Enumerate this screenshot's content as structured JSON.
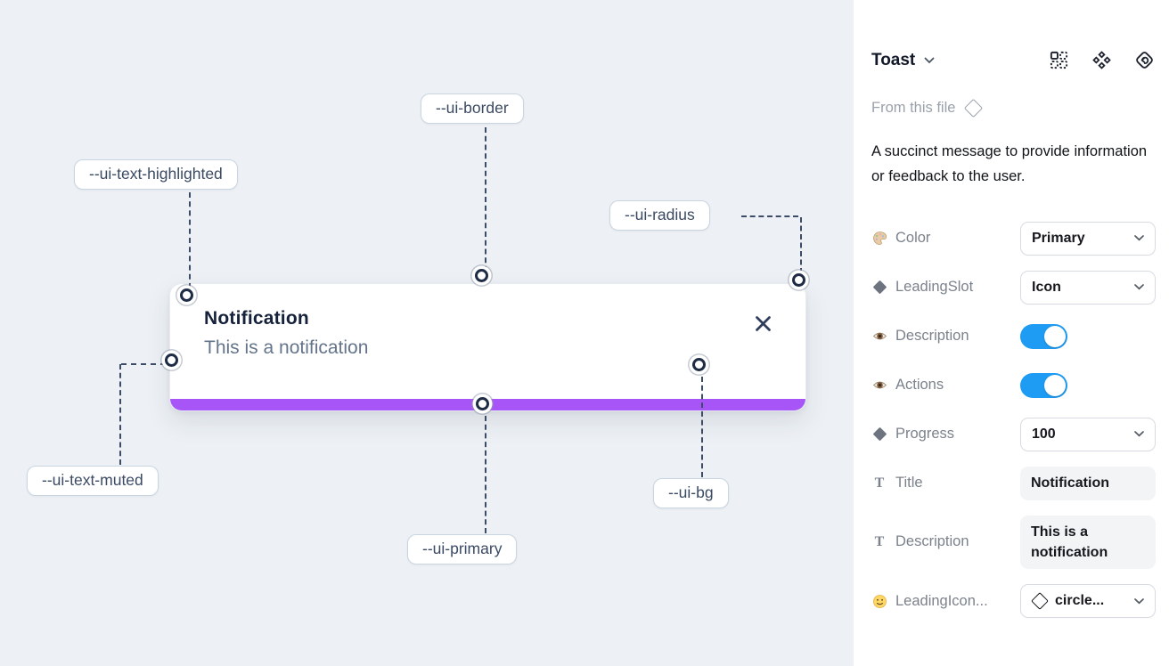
{
  "canvas": {
    "toast": {
      "title": "Notification",
      "description": "This is a notification"
    },
    "labels": {
      "border": "--ui-border",
      "text_highlighted": "--ui-text-highlighted",
      "radius": "--ui-radius",
      "text_muted": "--ui-text-muted",
      "primary": "--ui-primary",
      "bg": "--ui-bg"
    },
    "colors": {
      "primary_bar": "#a855f7",
      "canvas_bg": "#edf1f5"
    }
  },
  "panel": {
    "title": "Toast",
    "source_label": "From this file",
    "description": "A succinct message to provide information or feedback to the user.",
    "icons": [
      "dotted-grid-icon",
      "component-icon",
      "swap-instance-icon"
    ],
    "accent_toggle": "#1e9cf4",
    "rows": [
      {
        "icon": "palette-icon",
        "label": "Color",
        "control": "select",
        "value": "Primary"
      },
      {
        "icon": "diamond-icon",
        "label": "LeadingSlot",
        "control": "select",
        "value": "Icon"
      },
      {
        "icon": "eye-icon",
        "label": "Description",
        "control": "toggle",
        "state": "on"
      },
      {
        "icon": "eye-icon",
        "label": "Actions",
        "control": "toggle",
        "state": "on"
      },
      {
        "icon": "diamond-icon",
        "label": "Progress",
        "control": "select",
        "value": "100"
      },
      {
        "icon": "text-icon",
        "label": "Title",
        "control": "textfield",
        "value": "Notification"
      },
      {
        "icon": "text-icon",
        "label": "Description",
        "control": "textfield",
        "value": "This is a notification"
      },
      {
        "icon": "smiley-icon",
        "label": "LeadingIcon...",
        "control": "select-icon",
        "value": "circle..."
      }
    ]
  }
}
